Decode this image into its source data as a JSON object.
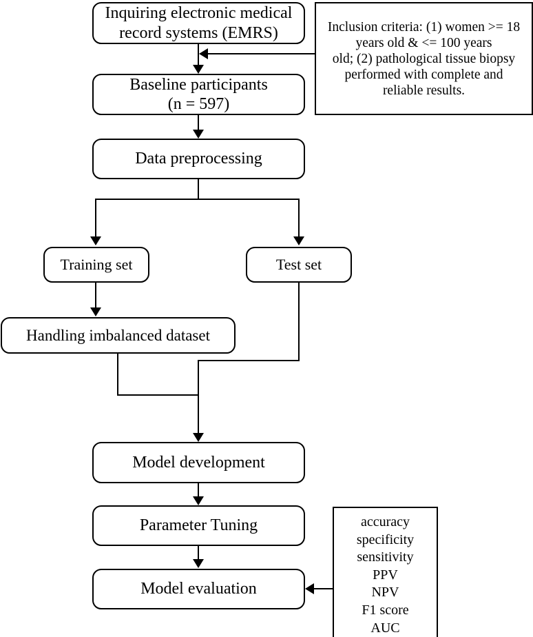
{
  "diagram": {
    "title": "Study workflow flowchart",
    "background_color": "#ffffff",
    "stroke_color": "#000000",
    "nodes": {
      "emrs": "Inquiring electronic medical\nrecord systems (EMRS)",
      "baseline": "Baseline participants\n(n = 597)",
      "preprocessing": "Data preprocessing",
      "training_set": "Training set",
      "test_set": "Test set",
      "imbalanced": "Handling imbalanced dataset",
      "model_development": "Model development",
      "parameter_tuning": "Parameter Tuning",
      "model_evaluation": "Model evaluation",
      "inclusion_criteria": "Inclusion criteria: (1) women >= 18\nyears old & <= 100 years\nold; (2) pathological tissue biopsy\nperformed with complete and\nreliable results.",
      "metrics": "accuracy\nspecificity\nsensitivity\nPPV\nNPV\nF1 score\nAUC"
    },
    "metrics_list": [
      "accuracy",
      "specificity",
      "sensitivity",
      "PPV",
      "NPV",
      "F1 score",
      "AUC"
    ],
    "edges": [
      {
        "from": "emrs",
        "to": "baseline",
        "type": "arrow-down"
      },
      {
        "from": "inclusion_criteria",
        "to": "emrs-baseline-link",
        "type": "arrow-left"
      },
      {
        "from": "baseline",
        "to": "preprocessing",
        "type": "arrow-down"
      },
      {
        "from": "preprocessing",
        "to": "training_set",
        "type": "arrow-down-split"
      },
      {
        "from": "preprocessing",
        "to": "test_set",
        "type": "arrow-down-split"
      },
      {
        "from": "training_set",
        "to": "imbalanced",
        "type": "arrow-down"
      },
      {
        "from": "imbalanced",
        "to": "model_development",
        "type": "arrow-down-merge"
      },
      {
        "from": "test_set",
        "to": "model_development",
        "type": "arrow-down-merge"
      },
      {
        "from": "model_development",
        "to": "parameter_tuning",
        "type": "arrow-down"
      },
      {
        "from": "parameter_tuning",
        "to": "model_evaluation",
        "type": "arrow-down"
      },
      {
        "from": "metrics",
        "to": "model_evaluation",
        "type": "arrow-left"
      }
    ]
  }
}
